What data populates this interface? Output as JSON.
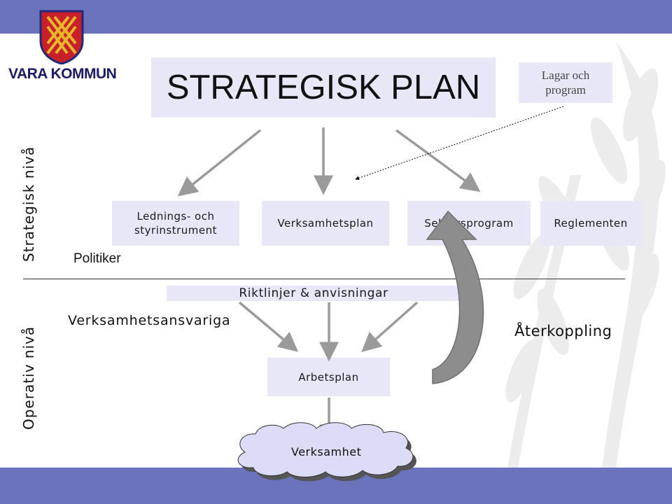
{
  "header": {
    "logo_text": "VARA KOMMUN",
    "title": "STRATEGISK PLAN",
    "note": "Lagar och program"
  },
  "levels": {
    "strategic": "Strategisk nivå",
    "operative": "Operativ  nivå"
  },
  "roles": {
    "politicians": "Politiker",
    "managers": "Verksamhetsansvariga"
  },
  "boxes": {
    "governance": "Lednings- och styrinstrument",
    "business_plan": "Verksamhetsplan",
    "sector_programs": "Sektorsprogram",
    "regulations": "Reglementen",
    "guidelines": "Riktlinjer & anvisningar",
    "work_plan": "Arbetsplan",
    "operations": "Verksamhet"
  },
  "feedback": "Återkoppling",
  "colors": {
    "band": "#6b73bd",
    "box_fill": "#e7e7f8",
    "arrow": "#9a9a9a",
    "logo_red": "#c8202b",
    "logo_blue": "#1f2a7a",
    "logo_gold": "#e8b82a"
  }
}
